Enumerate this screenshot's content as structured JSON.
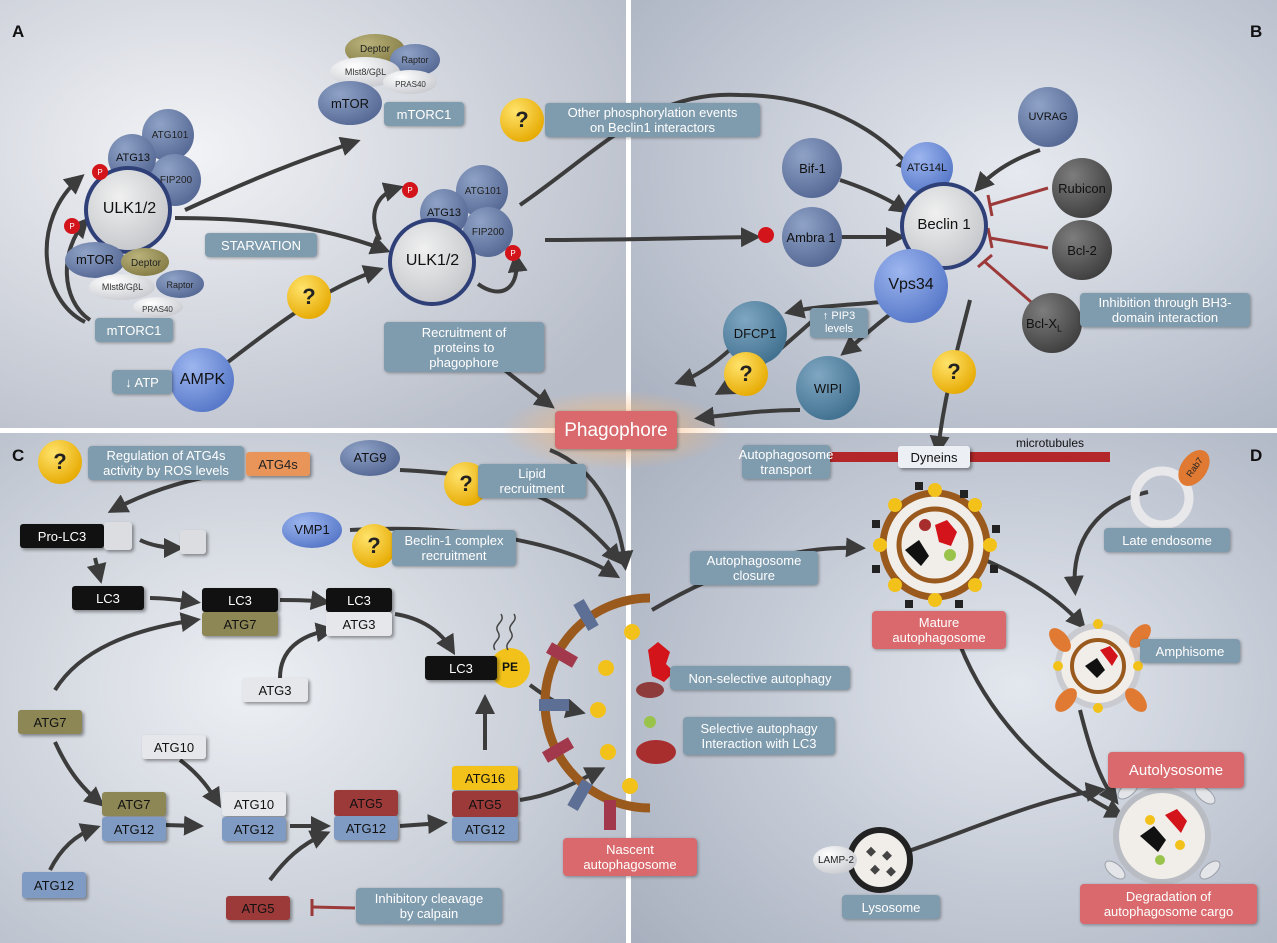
{
  "panels": {
    "a": "A",
    "b": "B",
    "c": "C",
    "d": "D"
  },
  "colors": {
    "protein": "#6b7fa6",
    "proteinDark": "#5d6f97",
    "question": "#f2c21b",
    "phospho": "#d3141b",
    "box": "#7f9bae",
    "redbox": "#d9696c",
    "phagophore": "#d9696c"
  },
  "icons": {
    "question": "question-mark-icon",
    "phospho": "phosphate-p-icon"
  },
  "mtorc1_top": {
    "deptor": "Deptor",
    "raptor": "Raptor",
    "mlst8": "Mlst8/GβL",
    "pras40": "PRAS40",
    "mtor": "mTOR",
    "label": "mTORC1"
  },
  "ulk_left": {
    "ulk": "ULK1/2",
    "atg13": "ATG13",
    "atg101": "ATG101",
    "fip200": "FIP200",
    "p": "P"
  },
  "mtorc1_left": {
    "mtor": "mTOR",
    "deptor": "Deptor",
    "raptor": "Raptor",
    "mlst8": "Mlst8/GβL",
    "pras40": "PRAS40",
    "label": "mTORC1"
  },
  "starvation": "STARVATION",
  "ulk_mid": {
    "ulk": "ULK1/2",
    "atg13": "ATG13",
    "atg101": "ATG101",
    "fip200": "FIP200",
    "p": "P"
  },
  "question": "?",
  "ampk": {
    "atp": "↓ ATP",
    "ampk": "AMPK"
  },
  "recruitment": "Recruitment of\nproteins to\nphagophore",
  "other_phos": "Other phosphorylation events\non Beclin1 interactors",
  "beclin": {
    "beclin": "Beclin 1",
    "atg14l": "ATG14L",
    "uvrag": "UVRAG",
    "bif1": "Bif-1",
    "rubicon": "Rubicon",
    "ambra": "Ambra 1",
    "bcl2": "Bcl-2",
    "bclxl": "Bcl-X",
    "bclxl_sub": "L",
    "vps34": "Vps34",
    "inhibition": "Inhibition through BH3-\ndomain interaction"
  },
  "pip3": {
    "dfcp1": "DFCP1",
    "pip3": "↑ PIP3\nlevels",
    "wipi": "WIPI"
  },
  "phagophore": "Phagophore",
  "transport": {
    "label": "Autophagosome\ntransport",
    "dyneins": "Dyneins",
    "microtubules": "microtubules"
  },
  "ros": "Regulation of ATG4s\nactivity by ROS levels",
  "atg4s": "ATG4s",
  "atg9": "ATG9",
  "lipid": "Lipid\nrecruitment",
  "vmp1": "VMP1",
  "beclin_complex": "Beclin-1 complex\nrecruitment",
  "lc3_chain": {
    "prolc3": "Pro-LC3",
    "lc3": "LC3",
    "atg7": "ATG7",
    "atg3": "ATG3",
    "pe": "PE"
  },
  "conj": {
    "atg7": "ATG7",
    "atg10": "ATG10",
    "atg12": "ATG12",
    "atg5": "ATG5",
    "atg16": "ATG16"
  },
  "calpain": "Inhibitory cleavage\nby calpain",
  "nascent": "Nascent\nautophagosome",
  "closure": "Autophagosome\nclosure",
  "nonselective": "Non-selective autophagy",
  "selective": "Selective autophagy\nInteraction with LC3",
  "mature": "Mature\nautophagosome",
  "late_endosome": {
    "label": "Late endosome",
    "rab7": "Rab7"
  },
  "amphisome": "Amphisome",
  "autolysosome": "Autolysosome",
  "lysosome": {
    "label": "Lysosome",
    "lamp2": "LAMP-2"
  },
  "degradation": "Degradation of\nautophagosome cargo"
}
